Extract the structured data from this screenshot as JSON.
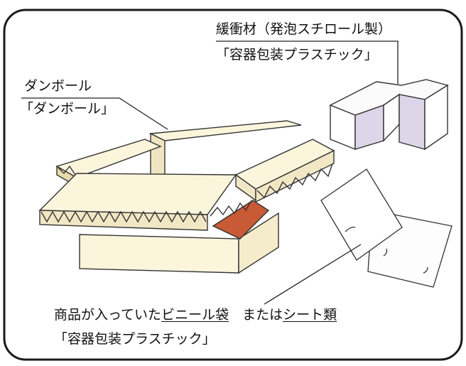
{
  "labels": {
    "cushion": "緩衝材（発泡スチロール製）",
    "cushion_category": "「容器包装プラスチック」",
    "cardboard": "ダンボール",
    "cardboard_category": "「ダンボール」",
    "bag_prefix": "商品が入っていた",
    "bag_name": "ビニール袋",
    "bag_or": "　または",
    "sheet_name": "シート類",
    "bag_category": "「容器包装プラスチック」"
  },
  "colors": {
    "frame": "#1a1a1a",
    "cardboard_face": "#fbf5dc",
    "cardboard_inside": "#c85a35",
    "foam_side": "#dcd6e8"
  }
}
